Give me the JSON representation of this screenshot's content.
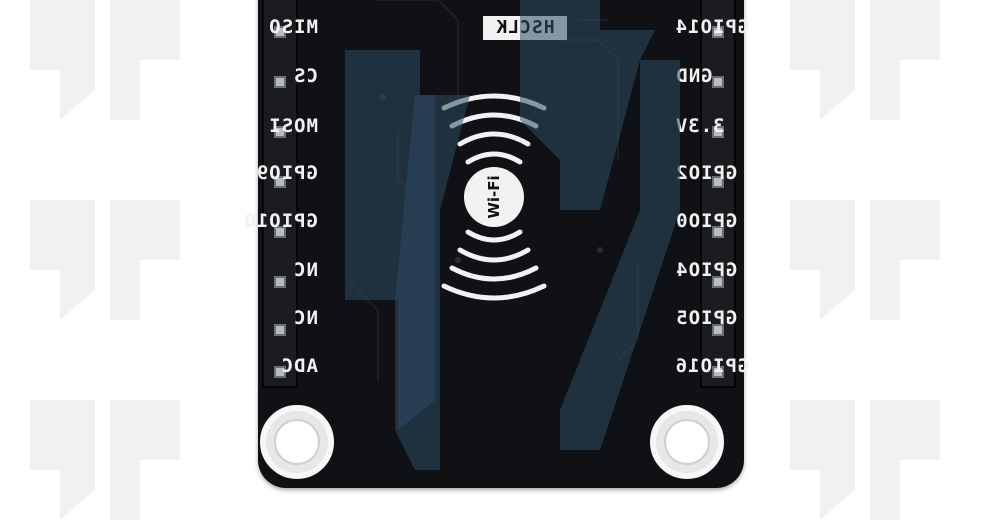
{
  "left_pins": [
    "MISO",
    "CS",
    "MOSI",
    "GPIO9",
    "GPIO10",
    "NC",
    "NC",
    "ADC"
  ],
  "inner_left_labels": [
    "MISO",
    "MOSI",
    "GPIO9",
    "GPIO10",
    "ADC"
  ],
  "right_pins": [
    "GPIO14",
    "GND",
    "3.3V",
    "GPIO2",
    "GPIO0",
    "GPIO4",
    "GPIO5",
    "GPIO16"
  ],
  "hsclk_badge": "HSCLK",
  "wifi_logo_text": "Wi-Fi",
  "colors": {
    "board": "#0f1114",
    "silkscreen": "#f2f2f2",
    "watermark": "#f3f3f3",
    "overlay_blue": "#2e4a63"
  }
}
